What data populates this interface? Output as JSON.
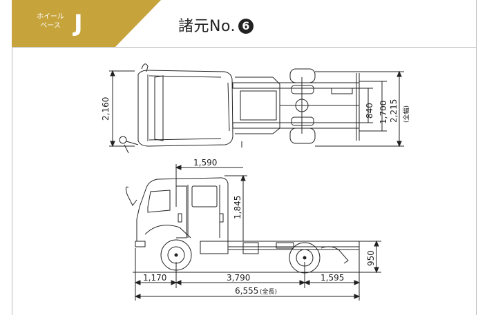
{
  "header": {
    "wheelbase_label_line1": "ホイール",
    "wheelbase_label_line2": "ベース",
    "wheelbase_code": "J",
    "title_prefix": "諸元No.",
    "spec_number": "6",
    "tag_color": "#c6a33b"
  },
  "top_view": {
    "cab_width": "2,160",
    "frame_width_inner": "840",
    "frame_width_outer": "1,700",
    "overall_width": "2,215",
    "overall_width_note": "(全幅)"
  },
  "side_view": {
    "cab_length": "1,590",
    "cab_height": "1,845",
    "frame_height": "950",
    "front_overhang": "1,170",
    "wheelbase": "3,790",
    "rear_overhang": "1,595",
    "overall_length": "6,555",
    "overall_length_note": "(全長)"
  }
}
